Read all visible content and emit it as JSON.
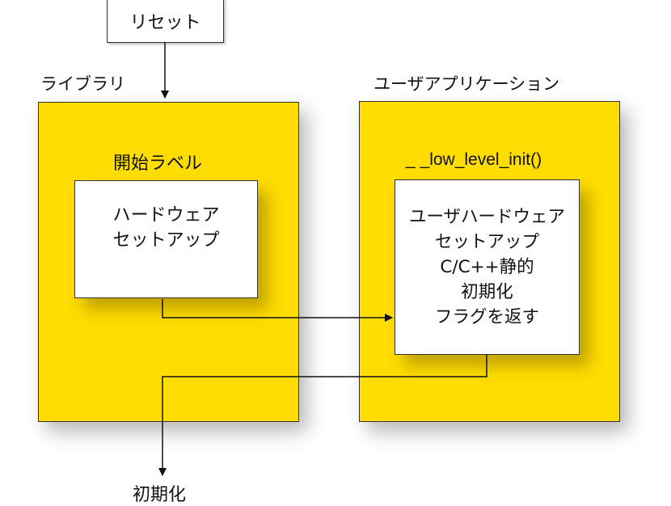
{
  "reset": {
    "label": "リセット"
  },
  "library": {
    "title": "ライブラリ",
    "start_label": "開始ラベル",
    "hardware_setup": [
      "ハードウェア",
      "セットアップ"
    ]
  },
  "user_application": {
    "title": "ユーザアプリケーション",
    "function_name": "_ _low_level_init()",
    "steps": [
      "ユーザハードウェア",
      "セットアップ",
      "C/C++静的",
      "初期化",
      "フラグを返す"
    ]
  },
  "output": {
    "label": "初期化"
  },
  "colors": {
    "container_fill": "#ffdd00",
    "box_fill": "#ffffff",
    "line": "#111111"
  }
}
